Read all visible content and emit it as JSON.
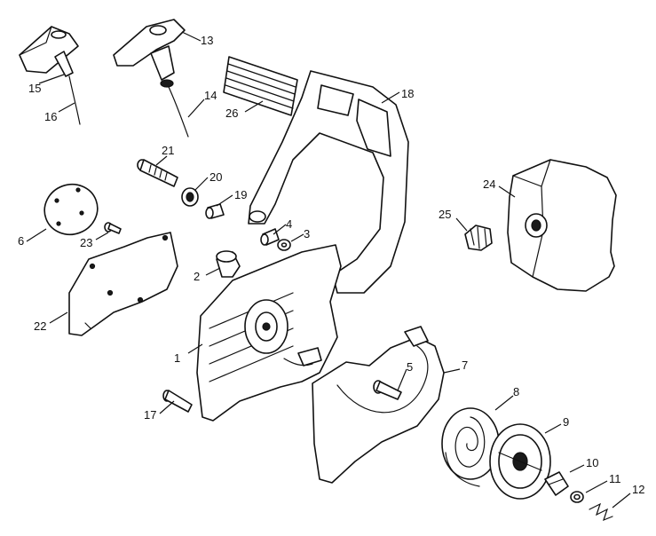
{
  "diagram": {
    "parts": [
      {
        "id": "p1",
        "number": "1"
      },
      {
        "id": "p2",
        "number": "2"
      },
      {
        "id": "p3",
        "number": "3"
      },
      {
        "id": "p4",
        "number": "4"
      },
      {
        "id": "p5",
        "number": "5"
      },
      {
        "id": "p6",
        "number": "6"
      },
      {
        "id": "p7",
        "number": "7"
      },
      {
        "id": "p8",
        "number": "8"
      },
      {
        "id": "p9",
        "number": "9"
      },
      {
        "id": "p10",
        "number": "10"
      },
      {
        "id": "p11",
        "number": "11"
      },
      {
        "id": "p12",
        "number": "12"
      },
      {
        "id": "p13",
        "number": "13"
      },
      {
        "id": "p14",
        "number": "14"
      },
      {
        "id": "p15",
        "number": "15"
      },
      {
        "id": "p16",
        "number": "16"
      },
      {
        "id": "p17",
        "number": "17"
      },
      {
        "id": "p18",
        "number": "18"
      },
      {
        "id": "p19",
        "number": "19"
      },
      {
        "id": "p20",
        "number": "20"
      },
      {
        "id": "p21",
        "number": "21"
      },
      {
        "id": "p22",
        "number": "22"
      },
      {
        "id": "p23",
        "number": "23"
      },
      {
        "id": "p24",
        "number": "24"
      },
      {
        "id": "p25",
        "number": "25"
      },
      {
        "id": "p26",
        "number": "26"
      }
    ]
  }
}
